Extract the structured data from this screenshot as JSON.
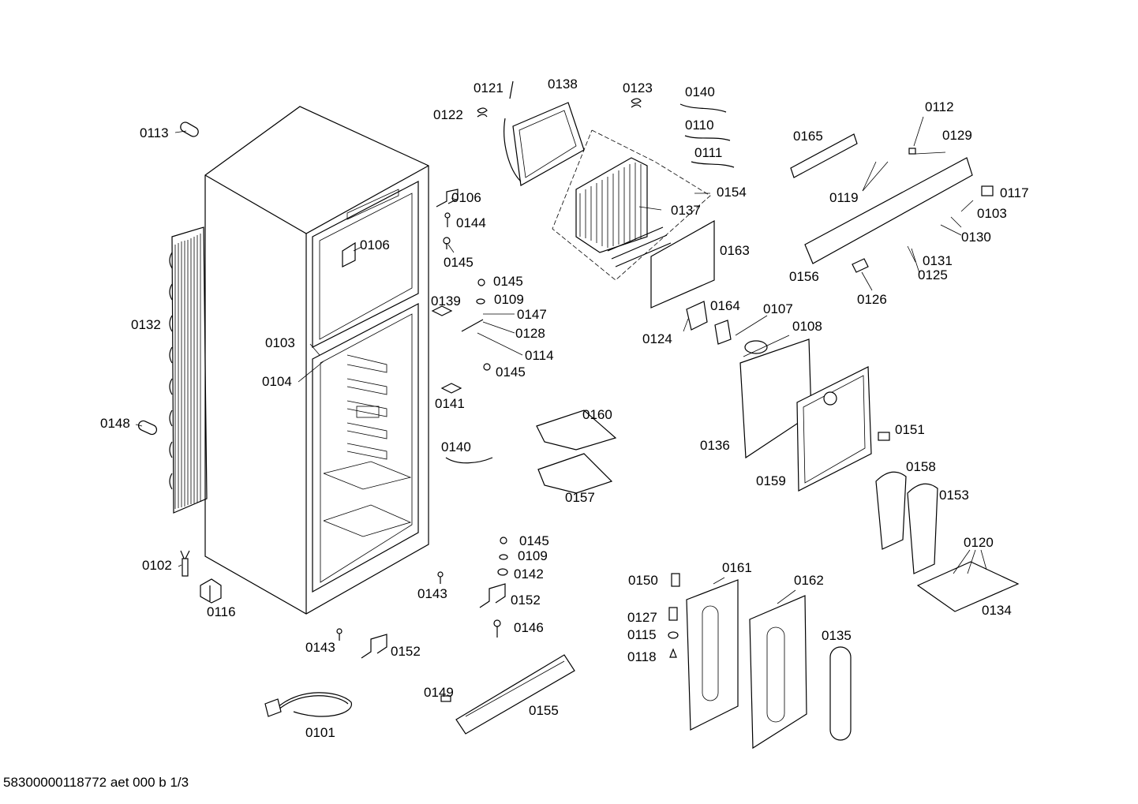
{
  "document_id": "58300000118772 aet 000 b 1/3",
  "callouts": [
    "0113",
    "0132",
    "0103",
    "0104",
    "0148",
    "0102",
    "0116",
    "0143",
    "0152",
    "0101",
    "0121",
    "0138",
    "0122",
    "0123",
    "0140",
    "0110",
    "0111",
    "0154",
    "0137",
    "0163",
    "0106",
    "0144",
    "0145",
    "0106",
    "0145",
    "0109",
    "0139",
    "0147",
    "0128",
    "0114",
    "0145",
    "0141",
    "0140",
    "0160",
    "0157",
    "0145",
    "0109",
    "0142",
    "0143",
    "0152",
    "0146",
    "0149",
    "0155",
    "0165",
    "0112",
    "0129",
    "0119",
    "0117",
    "0103",
    "0130",
    "0156",
    "0131",
    "0125",
    "0126",
    "0164",
    "0107",
    "0108",
    "0124",
    "0136",
    "0159",
    "0151",
    "0158",
    "0153",
    "0120",
    "0134",
    "0150",
    "0161",
    "0162",
    "0127",
    "0115",
    "0118",
    "0135"
  ]
}
